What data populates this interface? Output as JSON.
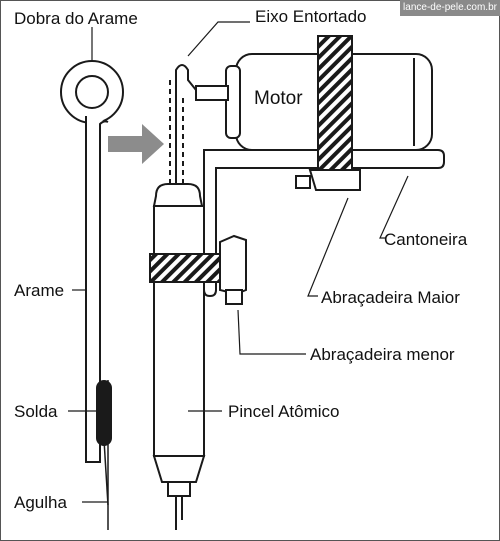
{
  "labels": {
    "dobra": "Dobra do Arame",
    "eixo": "Eixo Entortado",
    "motor": "Motor",
    "cantoneira": "Cantoneira",
    "abracadeira_maior": "Abraçadeira Maior",
    "abracadeira_menor": "Abraçadeira menor",
    "arame": "Arame",
    "solda": "Solda",
    "pincel": "Pincel Atômico",
    "agulha": "Agulha"
  },
  "watermark": "lance-de-pele.com.br",
  "colors": {
    "line": "#1a1a1a",
    "arrow": "#8c8c8c",
    "background": "#ffffff",
    "frame": "#555555"
  }
}
